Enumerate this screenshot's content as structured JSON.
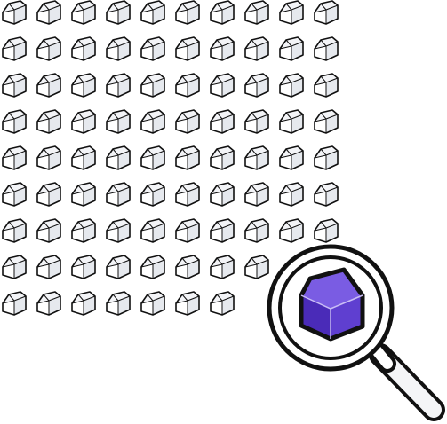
{
  "illustration": {
    "grid": {
      "columns": 10,
      "rows": 9,
      "missing_cells": [
        [
          7,
          8
        ],
        [
          8,
          8
        ],
        [
          9,
          8
        ],
        [
          8,
          7
        ],
        [
          9,
          7
        ]
      ]
    },
    "colors": {
      "background": "#ffffff",
      "outline": "#111111",
      "house_front": "#ffffff",
      "house_side": "#e6e9ee",
      "house_roof": "#f3f4f7",
      "highlight_front": "#4a2bb8",
      "highlight_side": "#5f3fd0",
      "highlight_roof": "#7a5ce3",
      "highlight_edge": "#c9bdf5",
      "lens_ring": "#ffffff",
      "lens_glass": "#ffffff",
      "handle": "#f4f5f7"
    },
    "icons": {
      "item": "house-icon",
      "highlighted": "highlighted-house-icon",
      "tool": "magnifying-glass-icon"
    }
  }
}
